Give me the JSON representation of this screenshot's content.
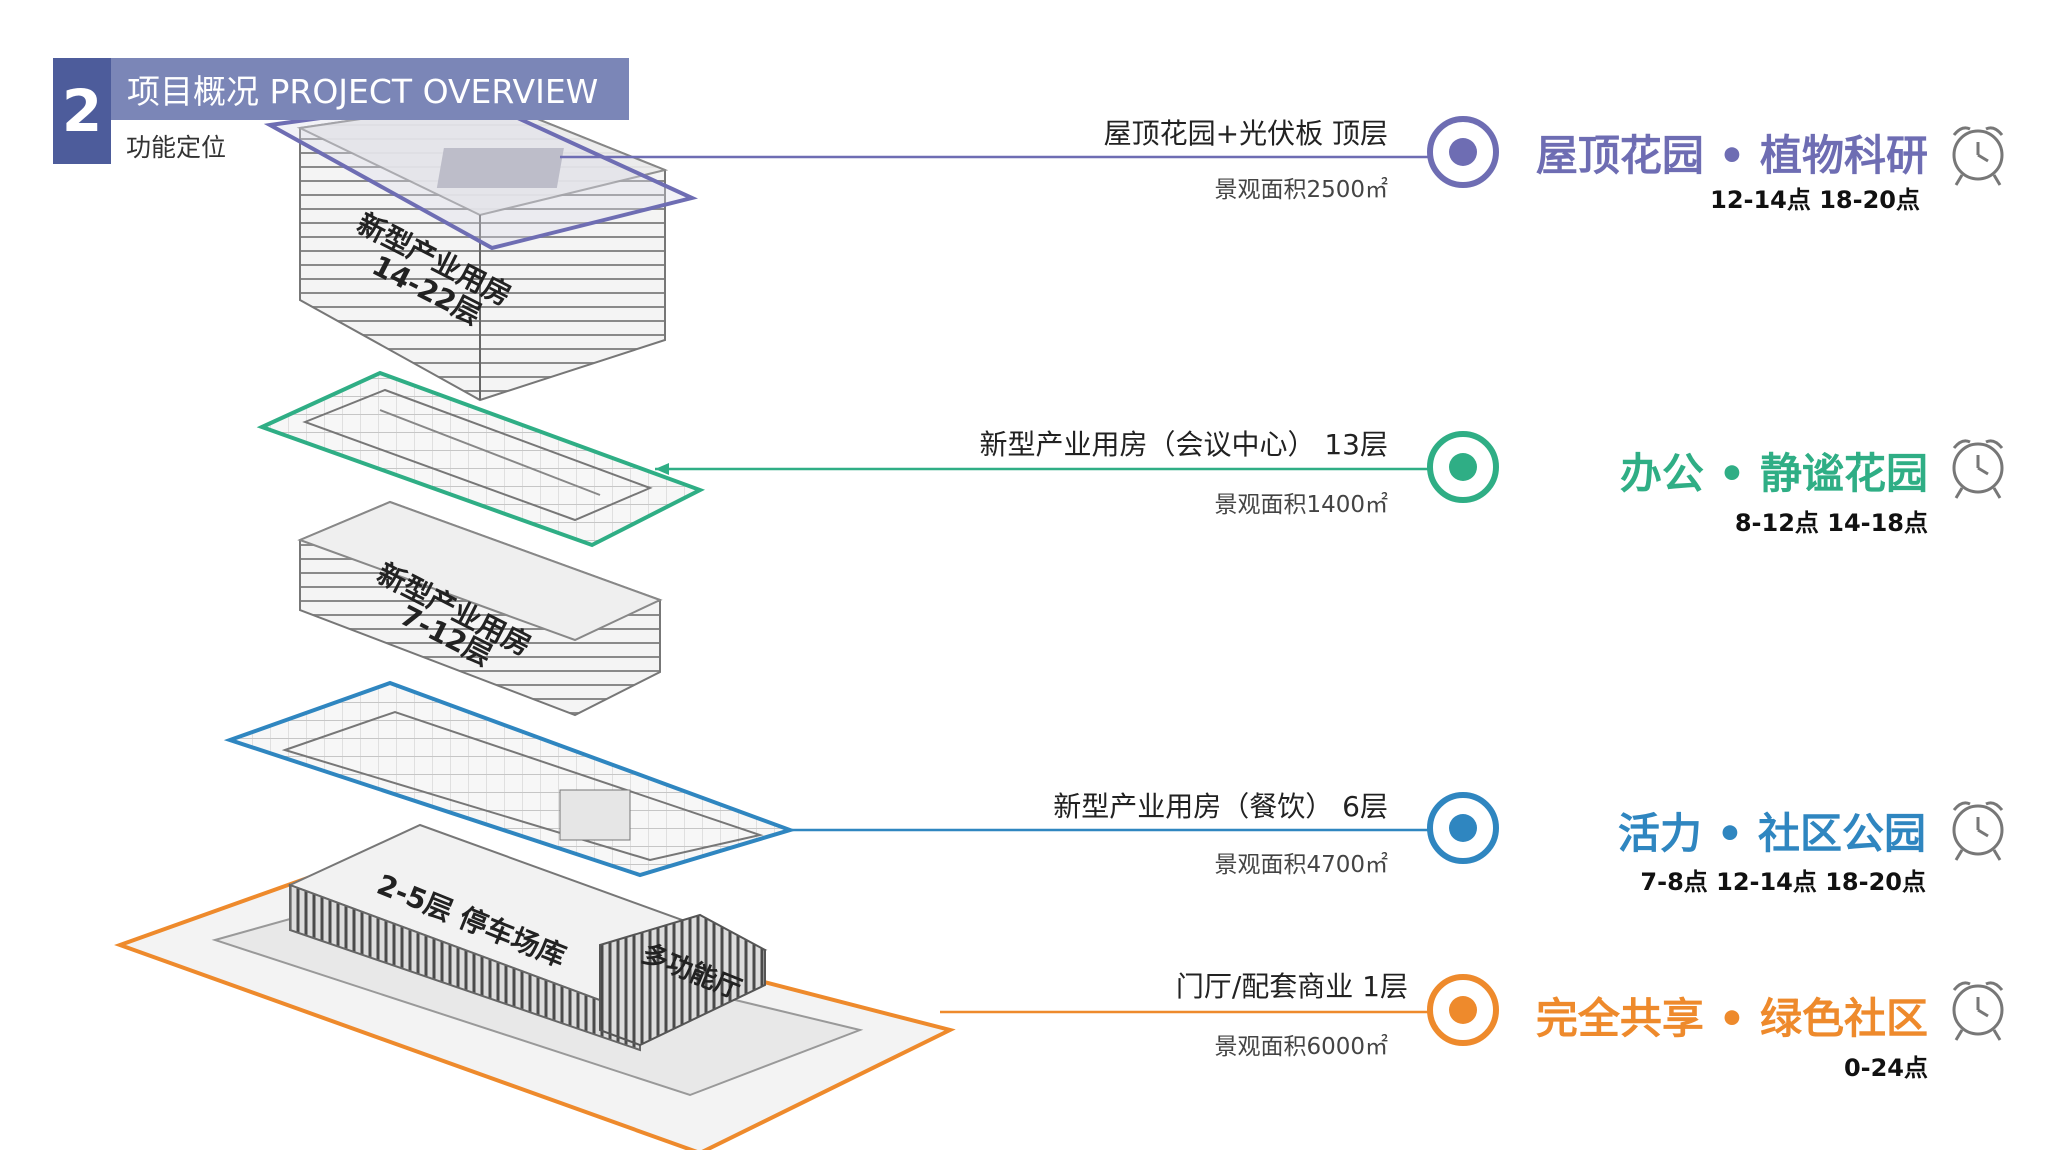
{
  "header": {
    "number": "2",
    "title": "项目概况 PROJECT OVERVIEW",
    "subtitle": "功能定位"
  },
  "building_labels": {
    "tower_upper": [
      "新型产业用房",
      "14-22层"
    ],
    "tower_lower": [
      "新型产业用房",
      "7-12层"
    ],
    "podium_parking": "2-5层  停车场库",
    "podium_multi": "多功能厅"
  },
  "levels": [
    {
      "name": "屋顶花园+光伏板  顶层",
      "area": "景观面积2500㎡",
      "theme": "屋顶花园 • 植物科研",
      "hours": "12-14点   18-20点",
      "color": "#6e6db3"
    },
    {
      "name": "新型产业用房（会议中心）  13层",
      "area": "景观面积1400㎡",
      "theme": "办公  •  静谧花园",
      "hours": "8-12点   14-18点",
      "color": "#2fae85"
    },
    {
      "name": "新型产业用房（餐饮）  6层",
      "area": "景观面积4700㎡",
      "theme": "活力  •  社区公园",
      "hours": "7-8点   12-14点   18-20点",
      "color": "#2f86c0"
    },
    {
      "name": "门厅/配套商业  1层",
      "area": "景观面积6000㎡",
      "theme": "完全共享 • 绿色社区",
      "hours": "0-24点",
      "color": "#ee8a2c"
    }
  ],
  "icons": {
    "marker": "target-circle-icon",
    "clock": "alarm-clock-icon"
  }
}
